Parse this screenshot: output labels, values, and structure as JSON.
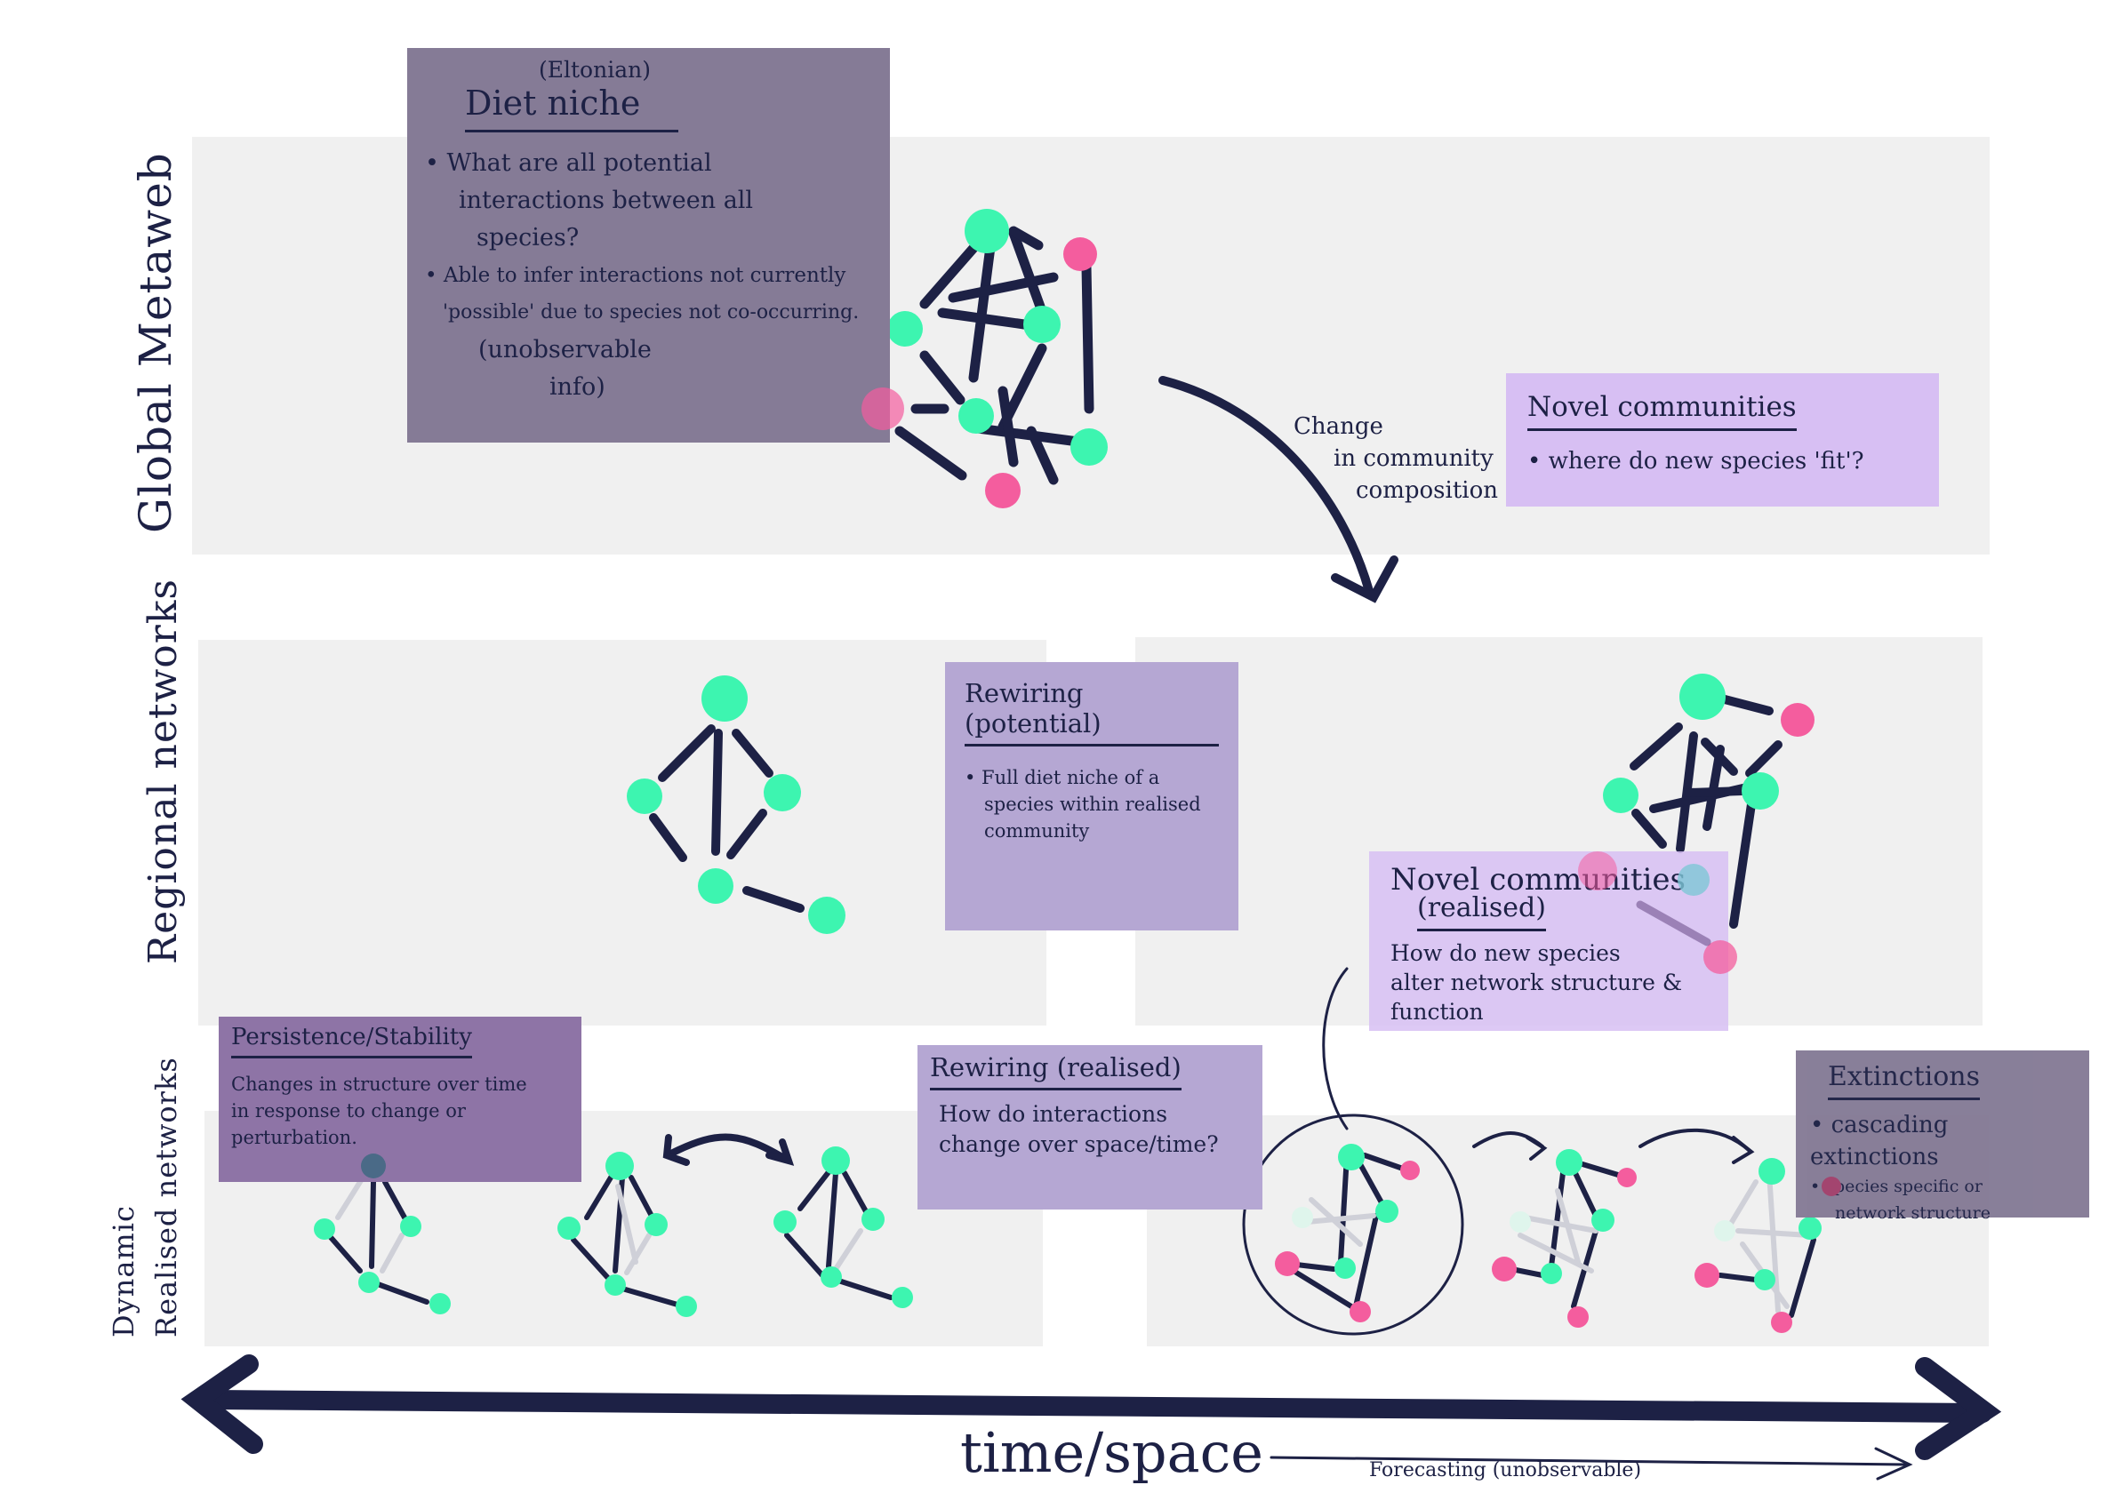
{
  "sections": {
    "global": {
      "label": "Global Metaweb"
    },
    "regional": {
      "label": "Regional networks"
    },
    "dynamic": {
      "label_line1": "Dynamic",
      "label_line2": "Realised networks"
    }
  },
  "notes": {
    "diet_niche": {
      "super": "(Eltonian)",
      "title": "Diet niche",
      "b1_l1": "• What are all potential",
      "b1_l2": "interactions between all",
      "b1_l3": "species?",
      "b2_l1": "• Able to infer interactions not currently",
      "b2_l2": "'possible' due to species not co-occurring.",
      "b2_l3": "(unobservable",
      "b2_l4": "info)"
    },
    "novel_communities": {
      "title": "Novel communities",
      "b1": "• where do new species 'fit'?"
    },
    "rewiring_potential": {
      "title": "Rewiring (potential)",
      "l1": "• Full diet niche of a",
      "l2": "species within realised",
      "l3": "community"
    },
    "novel_communities_realised": {
      "title": "Novel communities",
      "sub": "(realised)",
      "l1": "How do new species",
      "l2": "alter network structure &",
      "l3": "function"
    },
    "persistence": {
      "title": "Persistence/Stability",
      "l1": "Changes in structure over time",
      "l2": "in response to change or",
      "l3": "perturbation."
    },
    "rewiring_realised": {
      "title": "Rewiring (realised)",
      "l1": "How do interactions",
      "l2": "change over space/time?"
    },
    "extinctions": {
      "title": "Extinctions",
      "l1": "• cascading extinctions",
      "l2": "• species specific or",
      "l3": "network structure"
    }
  },
  "annotations": {
    "change_l1": "Change",
    "change_l2": "in community",
    "change_l3": "composition"
  },
  "axis": {
    "label": "time/space",
    "forecast": "Forecasting (unobservable)"
  },
  "colors": {
    "band": "#f0f0f0",
    "ink": "#1d2145",
    "node_green": "#3df5b0",
    "node_pink": "#f45d9e",
    "note_gray": "#857b96",
    "note_lilac": "#d7bff3",
    "note_purple": "#b5a7d3",
    "note_violet": "#8e74a6"
  }
}
